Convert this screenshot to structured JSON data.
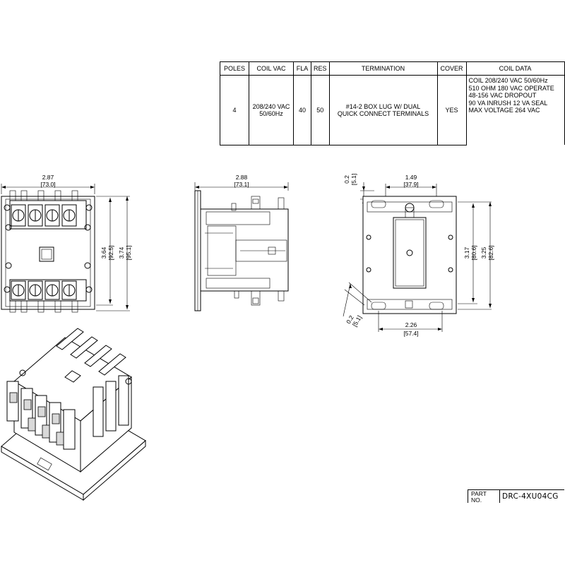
{
  "spec_table": {
    "headers": [
      "POLES",
      "COIL VAC",
      "FLA",
      "RES",
      "TERMINATION",
      "COVER",
      "COIL DATA"
    ],
    "row": {
      "poles": "4",
      "coil_vac_line1": "208/240 VAC",
      "coil_vac_line2": "50/60Hz",
      "fla": "40",
      "res": "50",
      "termination_line1": "#14-2 BOX LUG W/ DUAL",
      "termination_line2": "QUICK CONNECT TERMINALS",
      "cover": "YES"
    },
    "coil_data_lines": [
      "COIL 208/240 VAC 50/60Hz",
      "510 OHM 180 VAC OPERATE",
      "48-156 VAC DROPOUT",
      "90 VA INRUSH 12 VA SEAL",
      "MAX VOLTAGE 264 VAC"
    ]
  },
  "front_view": {
    "width_in": "2.87",
    "width_mm": "[73.0]",
    "height_inner_in": "3.64",
    "height_inner_mm": "[92.5]",
    "height_outer_in": "3.74",
    "height_outer_mm": "[95.1]"
  },
  "side_view": {
    "width_in": "2.88",
    "width_mm": "[73.1]"
  },
  "back_view": {
    "top_offset_in": "0.2",
    "top_offset_mm": "[5.1]",
    "hole_spacing_in": "1.49",
    "hole_spacing_mm": "[37.9]",
    "height_inner_in": "3.17",
    "height_inner_mm": "[80.6]",
    "height_outer_in": "3.25",
    "height_outer_mm": "[82.6]",
    "bottom_offset_in": "0.2",
    "bottom_offset_mm": "[5.1]",
    "base_width_in": "2.26",
    "base_width_mm": "[57.4]"
  },
  "part": {
    "label_line1": "PART",
    "label_line2": "NO.",
    "number": "DRC-4XU04CG"
  }
}
